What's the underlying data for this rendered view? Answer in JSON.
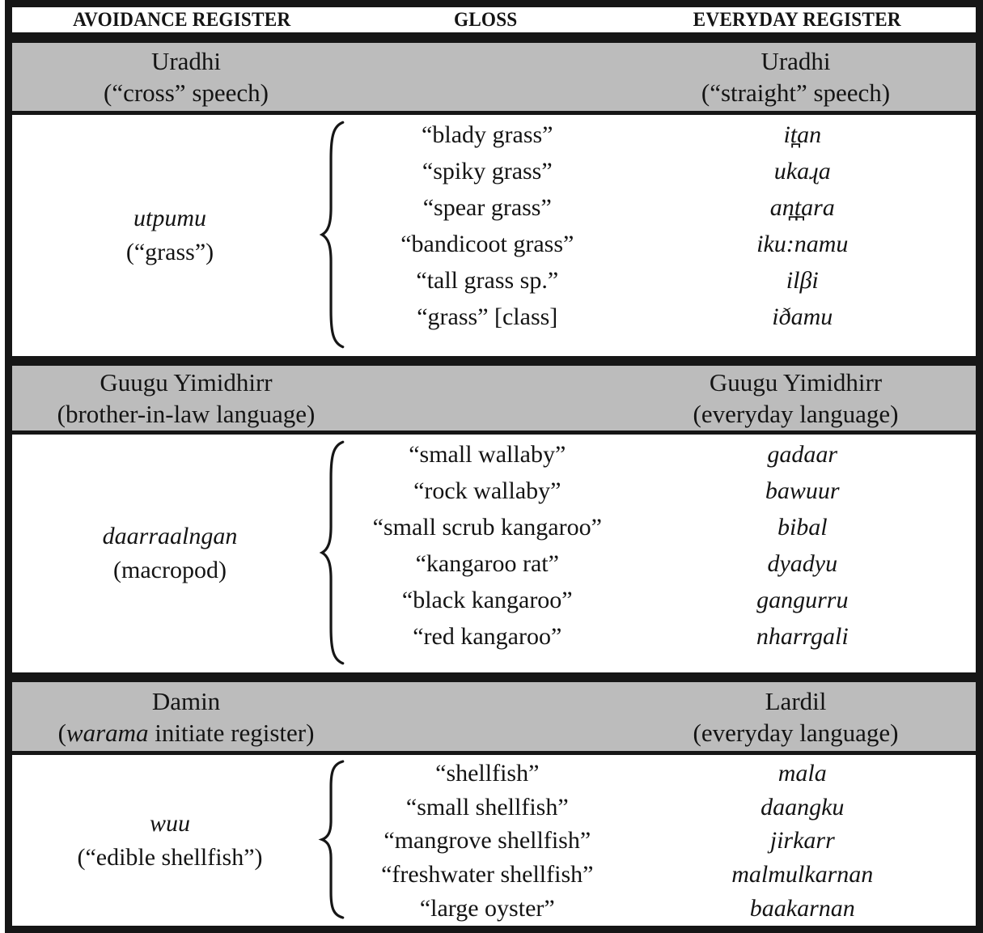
{
  "colors": {
    "band_gray": "#bcbcbc",
    "line_black": "#161616",
    "text": "#141414"
  },
  "table": {
    "columns": [
      "AVOIDANCE REGISTER",
      "GLOSS",
      "EVERYDAY REGISTER"
    ],
    "sections": [
      {
        "avoidance": {
          "name": "Uradhi",
          "sub_pre": "(“cross” speech)",
          "sub_italic": "",
          "sub_post": ""
        },
        "everyday": {
          "name": "Uradhi",
          "sub": "(“straight” speech)"
        },
        "term": {
          "word": "utpumu",
          "sub": "(“grass”)"
        },
        "rows": [
          {
            "gloss": "“blady grass”",
            "everyday": "it̪an"
          },
          {
            "gloss": "“spiky grass”",
            "everyday": "ukaɻa"
          },
          {
            "gloss": "“spear grass”",
            "everyday": "an̪t̪ara"
          },
          {
            "gloss": "“bandicoot grass”",
            "everyday": "iku:namu"
          },
          {
            "gloss": "“tall grass sp.”",
            "everyday": "ilβi"
          },
          {
            "gloss": "“grass” [class]",
            "everyday": "iðamu"
          }
        ]
      },
      {
        "avoidance": {
          "name": "Guugu Yimidhirr",
          "sub_pre": "(brother-in-law language)",
          "sub_italic": "",
          "sub_post": ""
        },
        "everyday": {
          "name": "Guugu Yimidhirr",
          "sub": "(everyday language)"
        },
        "term": {
          "word": "daarraalngan",
          "sub": "(macropod)"
        },
        "rows": [
          {
            "gloss": "“small wallaby”",
            "everyday": "gadaar"
          },
          {
            "gloss": "“rock wallaby”",
            "everyday": "bawuur"
          },
          {
            "gloss": "“small scrub kangaroo”",
            "everyday": "bibal"
          },
          {
            "gloss": "“kangaroo rat”",
            "everyday": "dyadyu"
          },
          {
            "gloss": "“black kangaroo”",
            "everyday": "gangurru"
          },
          {
            "gloss": "“red kangaroo”",
            "everyday": "nharrgali"
          }
        ]
      },
      {
        "avoidance": {
          "name": "Damin",
          "sub_pre": "(",
          "sub_italic": "warama",
          "sub_post": " initiate register)"
        },
        "everyday": {
          "name": "Lardil",
          "sub": "(everyday language)"
        },
        "term": {
          "word": "wuu",
          "sub": "(“edible shellfish”)"
        },
        "rows": [
          {
            "gloss": "“shellfish”",
            "everyday": "mala"
          },
          {
            "gloss": "“small shellfish”",
            "everyday": "daangku"
          },
          {
            "gloss": "“mangrove shellfish”",
            "everyday": "jirkarr"
          },
          {
            "gloss": "“freshwater shellfish”",
            "everyday": "malmulkarnan"
          },
          {
            "gloss": "“large oyster”",
            "everyday": "baakarnan"
          }
        ]
      }
    ]
  }
}
